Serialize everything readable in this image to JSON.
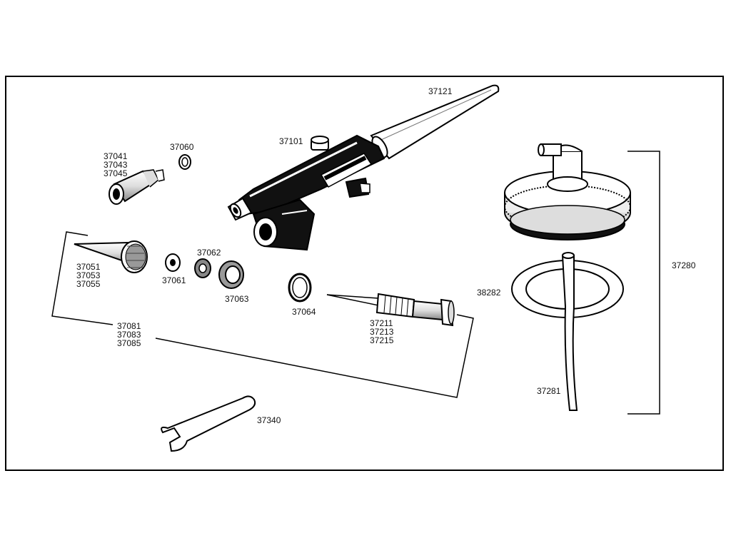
{
  "labels": {
    "p37121": "37121",
    "p37101": "37101",
    "p37060": "37060",
    "p37041": [
      "37041",
      "37043",
      "37045"
    ],
    "p37051": [
      "37051",
      "37053",
      "37055"
    ],
    "p37061": "37061",
    "p37062": "37062",
    "p37063": "37063",
    "p37064": "37064",
    "p37081": [
      "37081",
      "37083",
      "37085"
    ],
    "p37211": [
      "37211",
      "37213",
      "37215"
    ],
    "p37340": "37340",
    "p38282": "38282",
    "p37281": "37281",
    "p37280": "37280"
  }
}
